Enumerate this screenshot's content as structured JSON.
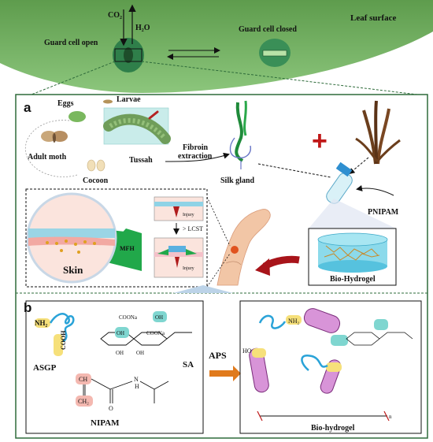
{
  "top": {
    "co2": "CO₂",
    "h2o": "H₂O",
    "guard_open": "Guard cell open",
    "guard_closed": "Guard cell closed",
    "leaf_surface": "Leaf surface"
  },
  "panel_a": {
    "letter": "a",
    "eggs": "Eggs",
    "larvae": "Larvae",
    "adult_moth": "Adult moth",
    "cocoon": "Cocoon",
    "tussah": "Tussah",
    "fibroin_extraction_1": "Fibroin",
    "fibroin_extraction_2": "extraction",
    "silk_gland": "Silk gland",
    "pnipam": "PNIPAM",
    "skin": "Skin",
    "mfh": "MFH",
    "injury_top": "Injury",
    "lcst": "> LCST",
    "injury_bottom": "Injury",
    "bio_hydrogel": "Bio-Hydrogel"
  },
  "panel_b": {
    "letter": "b",
    "nh2": "NH₂",
    "cooh": "COOH",
    "asgp": "ASGP",
    "coona_1": "COONa",
    "oh_1": "OH",
    "oh_2": "OH",
    "coona_2": "COONa",
    "oh_3": "OH",
    "oh_4": "OH",
    "sa": "SA",
    "ch": "CH",
    "ch2": "CH₂",
    "nh": "N",
    "h": "H",
    "o": "O",
    "nipam": "NIPAM",
    "aps": "APS",
    "bio_hydrogel": "Bio-hydrogel",
    "n_sub": "n"
  },
  "colors": {
    "leaf": "#6aab5a",
    "frame": "#2e6b3a",
    "arrow_red": "#b01818",
    "aps_arrow": "#e07a1c",
    "pink_box": "#cc66cc",
    "teal_box": "#7fd6d0",
    "yellow": "#f6e07a",
    "blue_chain": "#2aa3d8"
  }
}
